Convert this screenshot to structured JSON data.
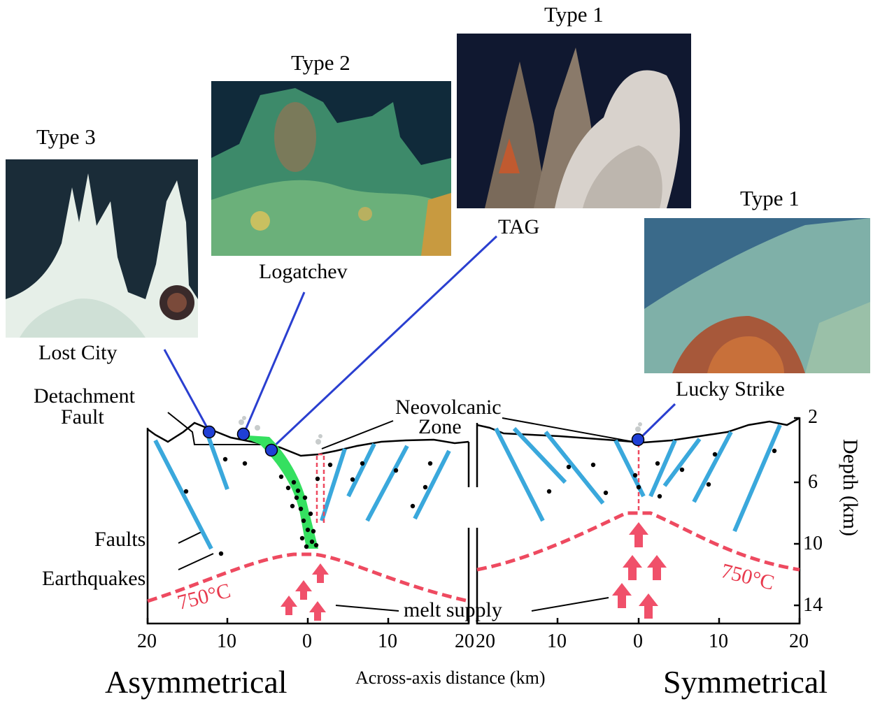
{
  "sites": [
    {
      "type_label": "Type 3",
      "site_name": "Lost City",
      "photo_icon": "white-carbonate-chimney-photo"
    },
    {
      "type_label": "Type 2",
      "site_name": "Logatchev",
      "photo_icon": "green-vent-field-photo"
    },
    {
      "type_label": "Type 1",
      "site_name": "TAG",
      "photo_icon": "tubeworm-chimney-photo"
    },
    {
      "type_label": "Type 1",
      "site_name": "Lucky Strike",
      "photo_icon": "red-chimney-slope-photo"
    }
  ],
  "labels": {
    "detachment_fault": [
      "Detachment",
      "Fault"
    ],
    "neovolcanic_zone": [
      "Neovolcanic",
      "Zone"
    ],
    "faults": "Faults",
    "earthquakes": "Earthquakes",
    "melt_supply": "melt supply",
    "isotherm_left": "750°C",
    "isotherm_right": "750°C",
    "depth_axis": "Depth (km)",
    "x_axis": "Across-axis distance (km)",
    "asymmetrical": "Asymmetrical",
    "symmetrical": "Symmetrical"
  },
  "depth_ticks": [
    "2",
    "6",
    "10",
    "14"
  ],
  "distance_ticks_left": [
    "20",
    "10",
    "0",
    "10",
    "20"
  ],
  "distance_ticks_right": [
    "20",
    "10",
    "0",
    "10",
    "20"
  ],
  "colors": {
    "fault": "#3aa8dc",
    "isotherm": "#ee4a60",
    "melt_arrow": "#f0506a",
    "detachment_zone": "#35e060",
    "vent_marker": "#1f3fd6",
    "leader": "#2a3fd0"
  }
}
